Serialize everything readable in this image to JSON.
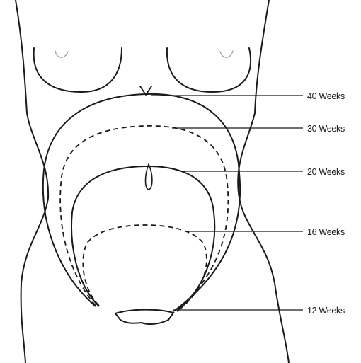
{
  "labels": {
    "w40": "40 Weeks",
    "w30": "30 Weeks",
    "w20": "20 Weeks",
    "w16": "16 Weeks",
    "w12": "12 Weeks"
  },
  "colors": {
    "line": "#1a1a1a",
    "background": "#ffffff",
    "breast_detail": "#9a9a9a"
  }
}
